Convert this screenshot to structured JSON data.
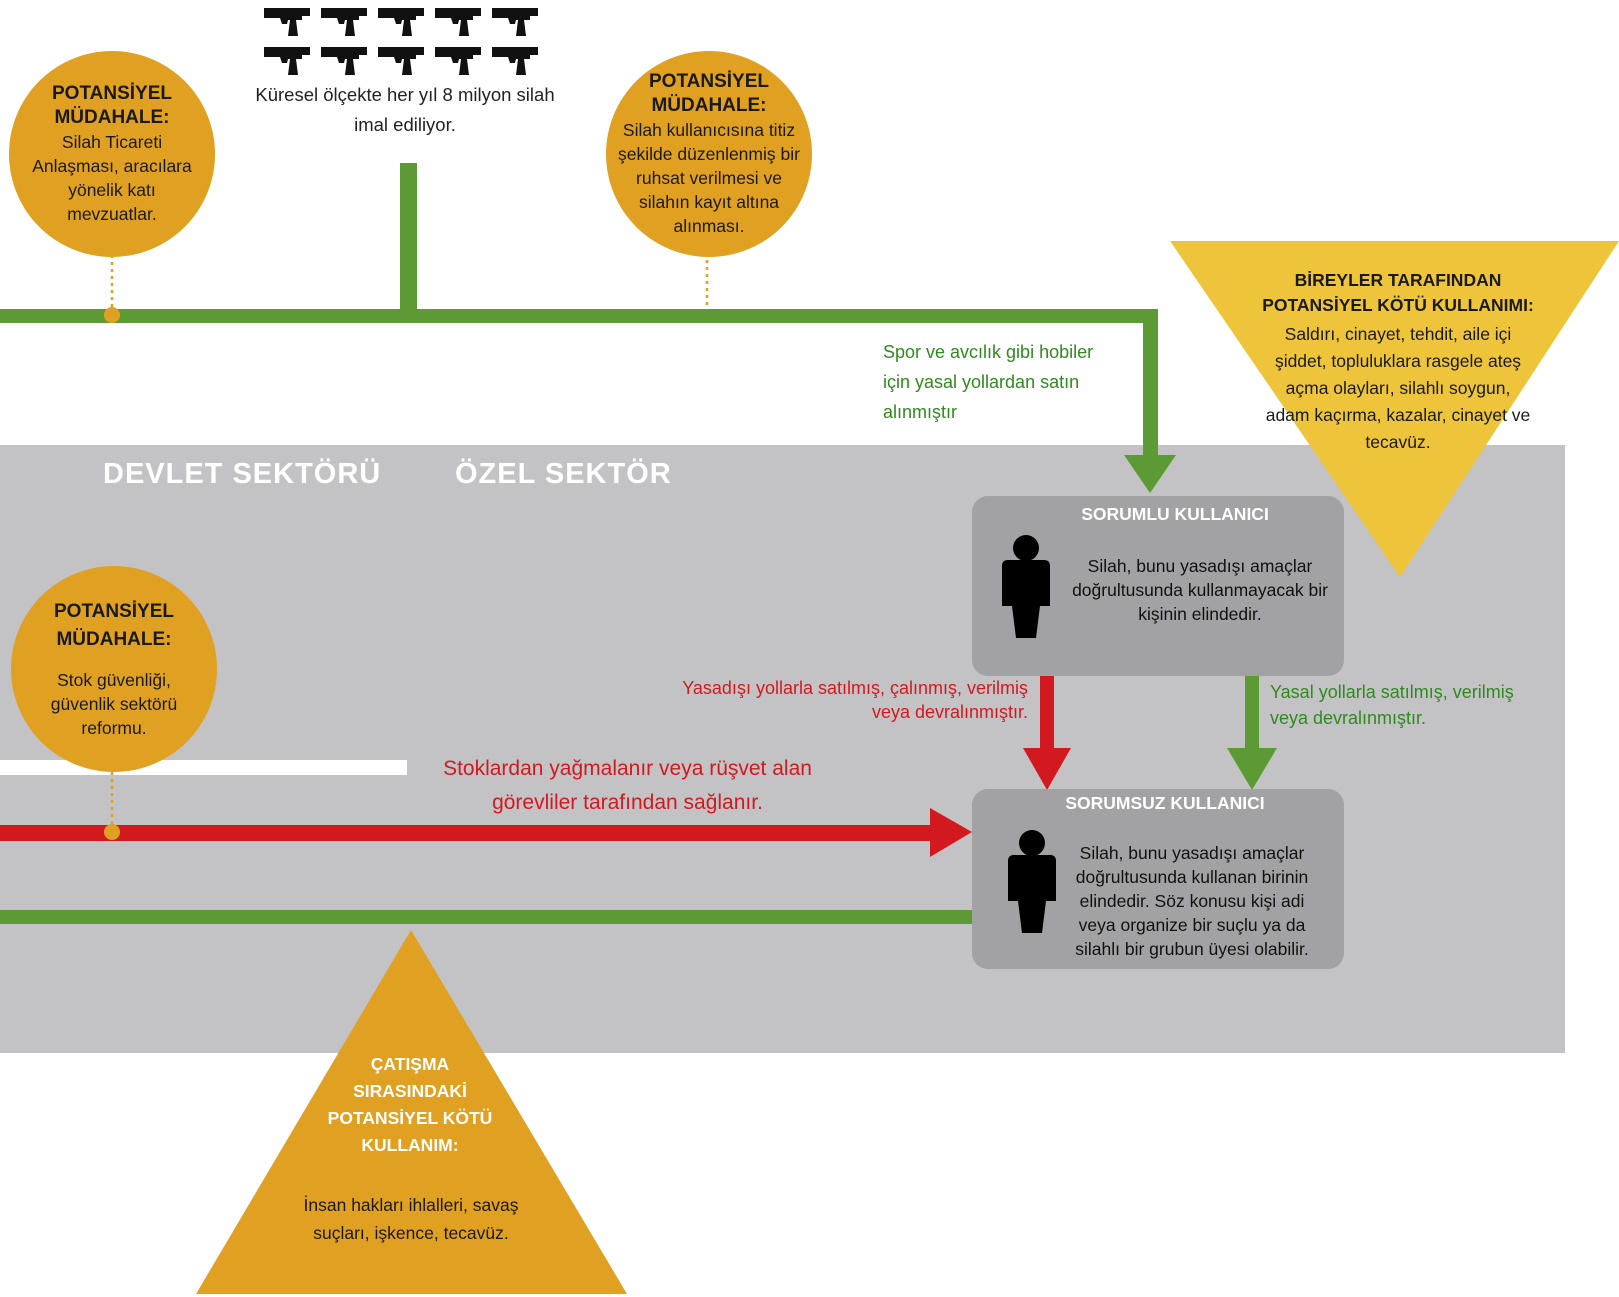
{
  "colors": {
    "green": "#5c9a33",
    "red": "#d21920",
    "orange": "#e0a021",
    "yellow": "#eec43a",
    "gray_band": "#c3c3c5",
    "gray_box": "#a2a2a4"
  },
  "top": {
    "gun_icon_count": 10,
    "caption": "Küresel ölçekte her yıl 8 milyon silah imal ediliyor."
  },
  "intervention_left": {
    "title": "POTANSİYEL MÜDAHALE:",
    "text": "Silah Ticareti Anlaşması, aracılara yönelik katı mevzuatlar."
  },
  "intervention_mid": {
    "title": "POTANSİYEL MÜDAHALE:",
    "text": "Silah kullanıcısına titiz şekilde düzenlenmiş bir ruhsat verilmesi ve silahın kayıt altına alınması."
  },
  "intervention_stock": {
    "title": "POTANSİYEL MÜDAHALE:",
    "text": "Stok güvenliği, güvenlik sektörü reformu."
  },
  "individual_misuse": {
    "title": "BİREYLER TARAFINDAN POTANSİYEL KÖTÜ KULLANIMI:",
    "text": "Saldırı, cinayet, tehdit, aile içi şiddet, topluluklara rasgele ateş açma olayları, silahlı soygun, adam kaçırma, kazalar, cinayet ve tecavüz."
  },
  "conflict_misuse": {
    "title": "ÇATIŞMA SIRASINDAKİ POTANSİYEL KÖTÜ KULLANIM:",
    "text": "İnsan hakları ihlalleri, savaş suçları, işkence, tecavüz."
  },
  "sectors": {
    "state": "DEVLET SEKTÖRÜ",
    "private": "ÖZEL SEKTÖR"
  },
  "flows": {
    "legal_hobby": "Spor ve avcılık gibi hobiler için yasal yollardan satın alınmıştır",
    "illegal_transfer": "Yasadışı yollarla satılmış, çalınmış, verilmiş veya devralınmıştır.",
    "legal_transfer": "Yasal yollarla satılmış, verilmiş veya devralınmıştır.",
    "stock_leak": "Stoklardan yağmalanır veya rüşvet alan görevliler tarafından sağlanır."
  },
  "responsible_user": {
    "title": "SORUMLU KULLANICI",
    "text": "Silah, bunu yasadışı amaçlar doğrultusunda kullanmayacak bir kişinin elindedir."
  },
  "irresponsible_user": {
    "title": "SORUMSUZ KULLANICI",
    "text": "Silah, bunu yasadışı amaçlar doğrultusunda kullanan birinin elindedir. Söz konusu kişi adi veya organize bir suçlu ya da silahlı bir grubun üyesi olabilir."
  }
}
